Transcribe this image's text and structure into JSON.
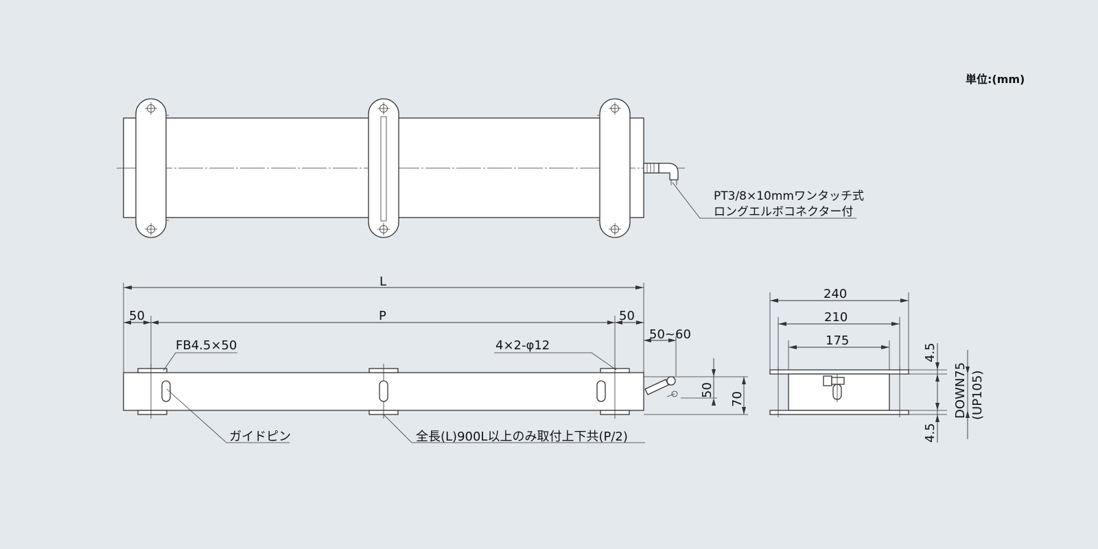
{
  "unit_label": "単位:(mm)",
  "connector_note": {
    "line1": "PT3/8×10mmワンタッチ式",
    "line2": "ロングエルボコネクター付"
  },
  "front_view": {
    "dim_overall": "L",
    "dim_pitch": "P",
    "dim_end_left": "50",
    "dim_end_right": "50",
    "dim_connector_offset": "50~60",
    "dim_height_50": "50",
    "dim_height_70": "70",
    "label_bar": "FB4.5×50",
    "label_holes": "4×2-φ12",
    "label_guide_pin": "ガイドピン",
    "label_mount_note": "全長(L)900L以上のみ取付上下共(P/2)"
  },
  "side_view": {
    "dim_240": "240",
    "dim_210": "210",
    "dim_175": "175",
    "dim_top_plate": "4.5",
    "dim_bottom_plate": "4.5",
    "dim_stroke_down": "DOWN75",
    "dim_stroke_up": "(UP105)"
  }
}
